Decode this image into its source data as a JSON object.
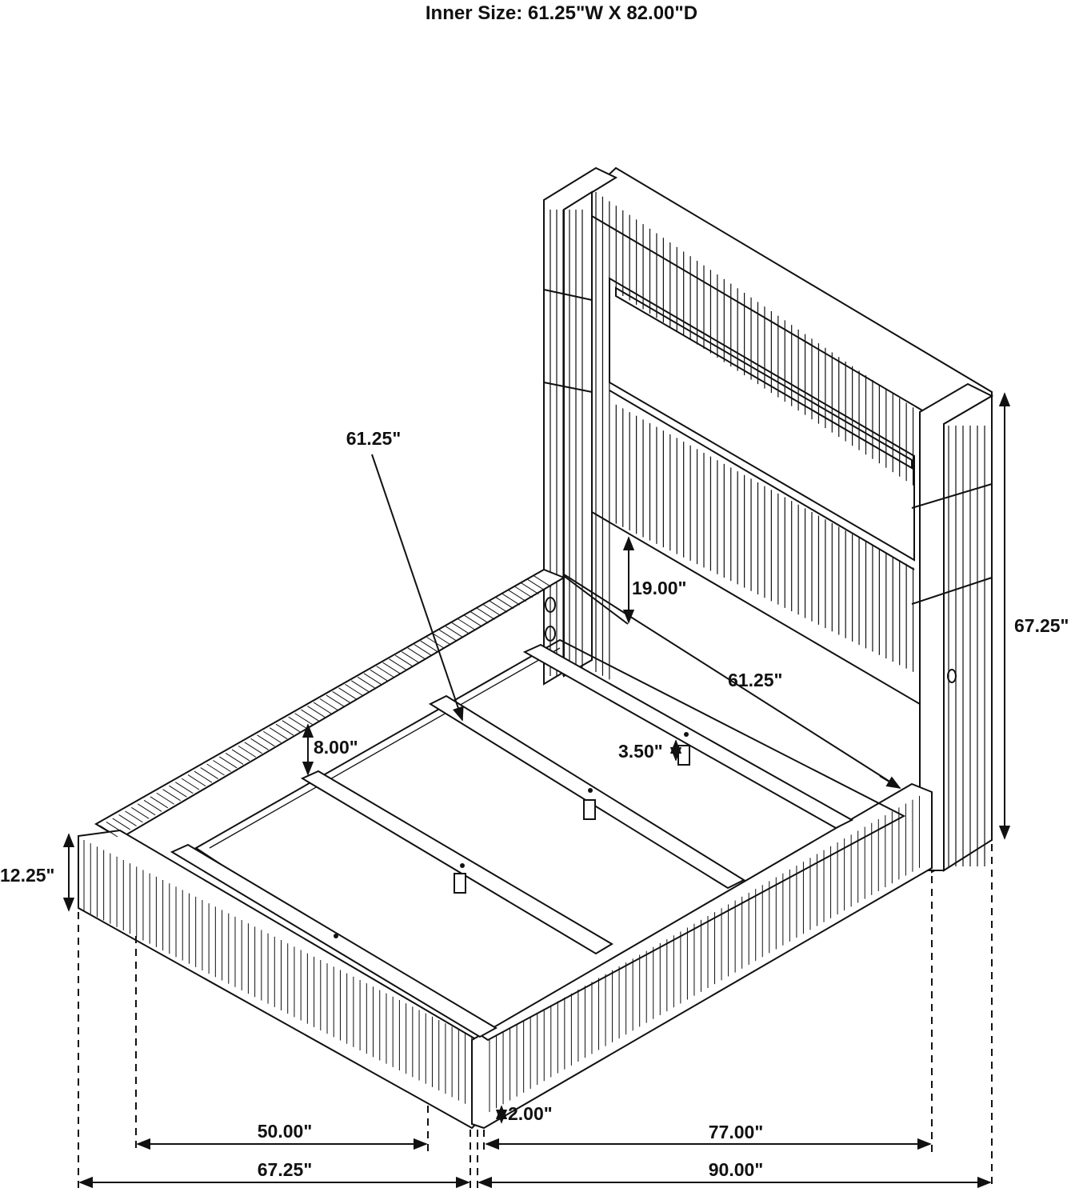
{
  "title": "Inner Size: 61.25\"W X 82.00\"D",
  "dimensions": {
    "rail_width_diag": "61.25\"",
    "headboard_clearance": "19.00\"",
    "headboard_height": "67.25\"",
    "inner_width": "61.25\"",
    "rail_height": "8.00\"",
    "support_leg": "3.50\"",
    "bed_height": "12.25\"",
    "ground_clearance": "2.00\"",
    "inner_front_width": "50.00\"",
    "inner_side_length": "77.00\"",
    "overall_width": "67.25\"",
    "overall_length": "90.00\""
  },
  "colors": {
    "line": "#111111",
    "background": "#ffffff"
  }
}
